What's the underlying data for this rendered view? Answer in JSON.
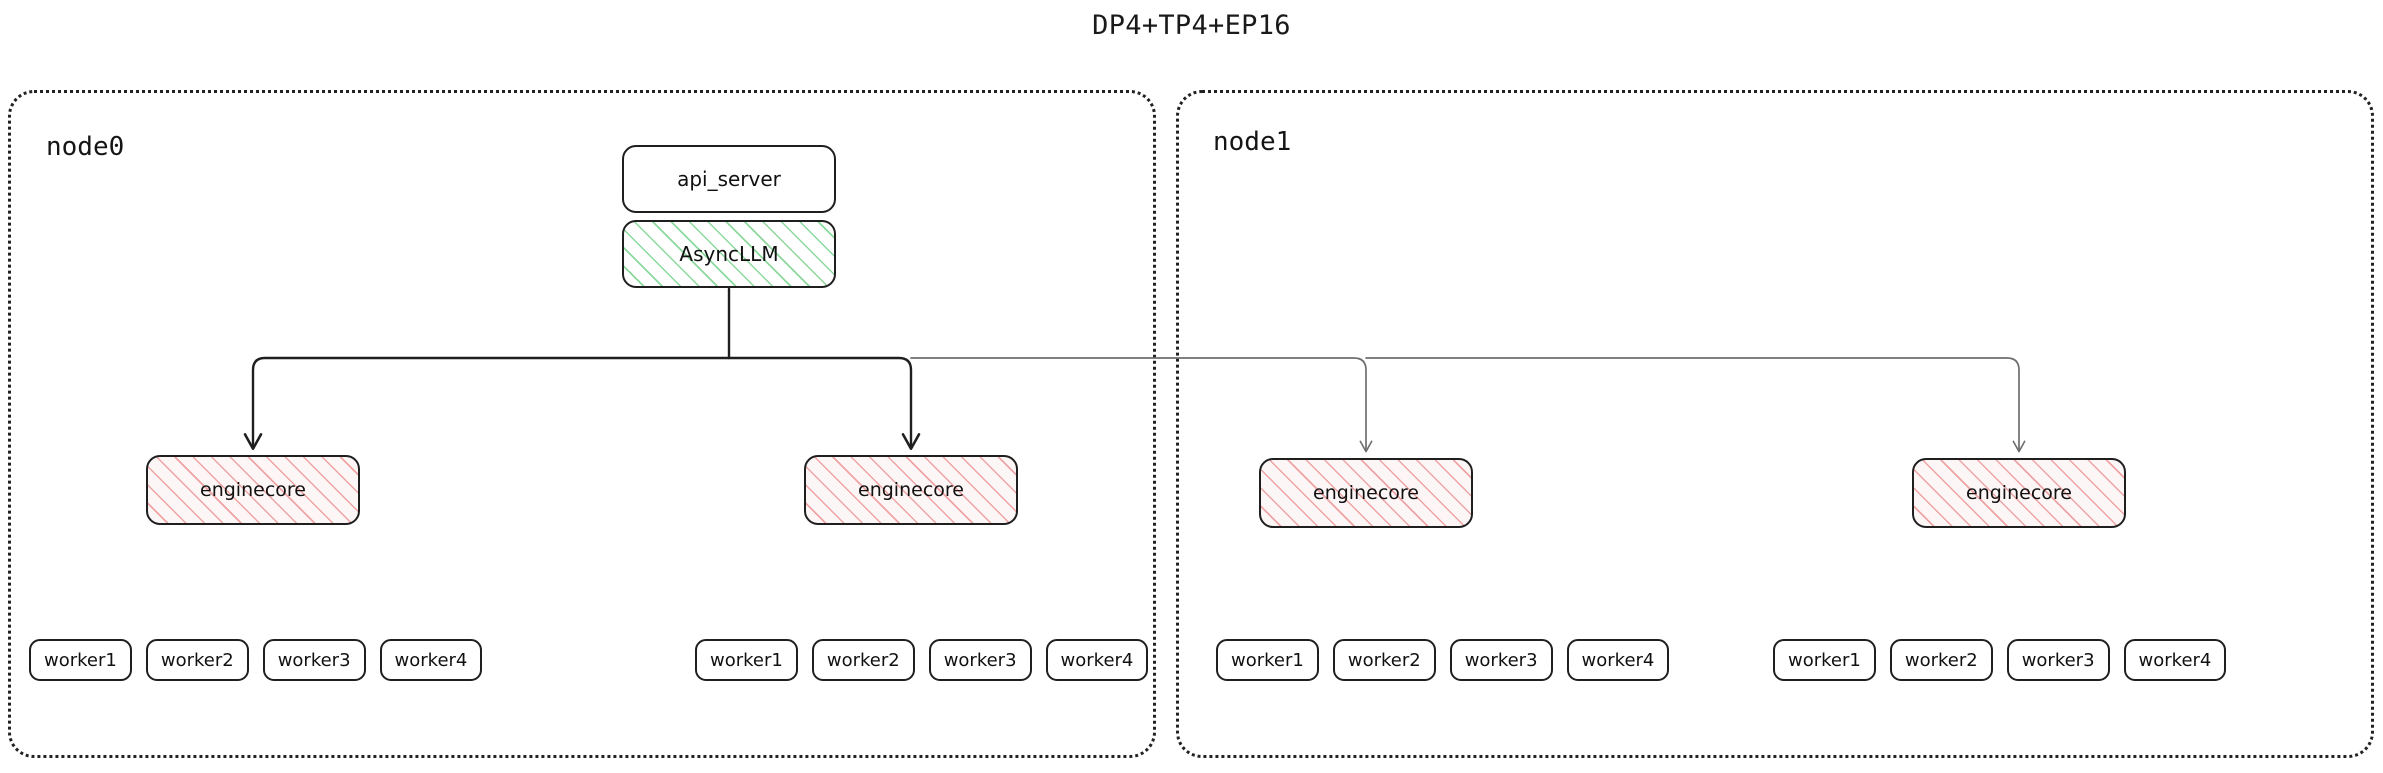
{
  "title": "DP4+TP4+EP16",
  "colors": {
    "stroke": "#1f1f1f",
    "container_stroke": "#222222",
    "asyncllm_hatch": "#78d28c",
    "enginecore_hatch": "#e98484",
    "local_edge": "#1f1f1f",
    "remote_edge": "#6e6e6e",
    "background": "#ffffff"
  },
  "nodes": [
    {
      "id": "node0",
      "label": "node0",
      "api_server": {
        "label": "api_server",
        "style": "plain"
      },
      "asyncllm": {
        "label": "AsyncLLM",
        "style": "green-hatch"
      },
      "enginecores": [
        {
          "label": "enginecore",
          "style": "red-hatch"
        },
        {
          "label": "enginecore",
          "style": "red-hatch"
        }
      ],
      "worker_groups": [
        {
          "workers": [
            "worker1",
            "worker2",
            "worker3",
            "worker4"
          ]
        },
        {
          "workers": [
            "worker1",
            "worker2",
            "worker3",
            "worker4"
          ]
        }
      ]
    },
    {
      "id": "node1",
      "label": "node1",
      "enginecores": [
        {
          "label": "enginecore",
          "style": "red-hatch"
        },
        {
          "label": "enginecore",
          "style": "red-hatch"
        }
      ],
      "worker_groups": [
        {
          "workers": [
            "worker1",
            "worker2",
            "worker3",
            "worker4"
          ]
        },
        {
          "workers": [
            "worker1",
            "worker2",
            "worker3",
            "worker4"
          ]
        }
      ]
    }
  ],
  "edges": [
    {
      "from": "AsyncLLM",
      "to": "node0.enginecore0",
      "kind": "local"
    },
    {
      "from": "AsyncLLM",
      "to": "node0.enginecore1",
      "kind": "local"
    },
    {
      "from": "AsyncLLM",
      "to": "node1.enginecore0",
      "kind": "remote"
    },
    {
      "from": "AsyncLLM",
      "to": "node1.enginecore1",
      "kind": "remote"
    }
  ]
}
